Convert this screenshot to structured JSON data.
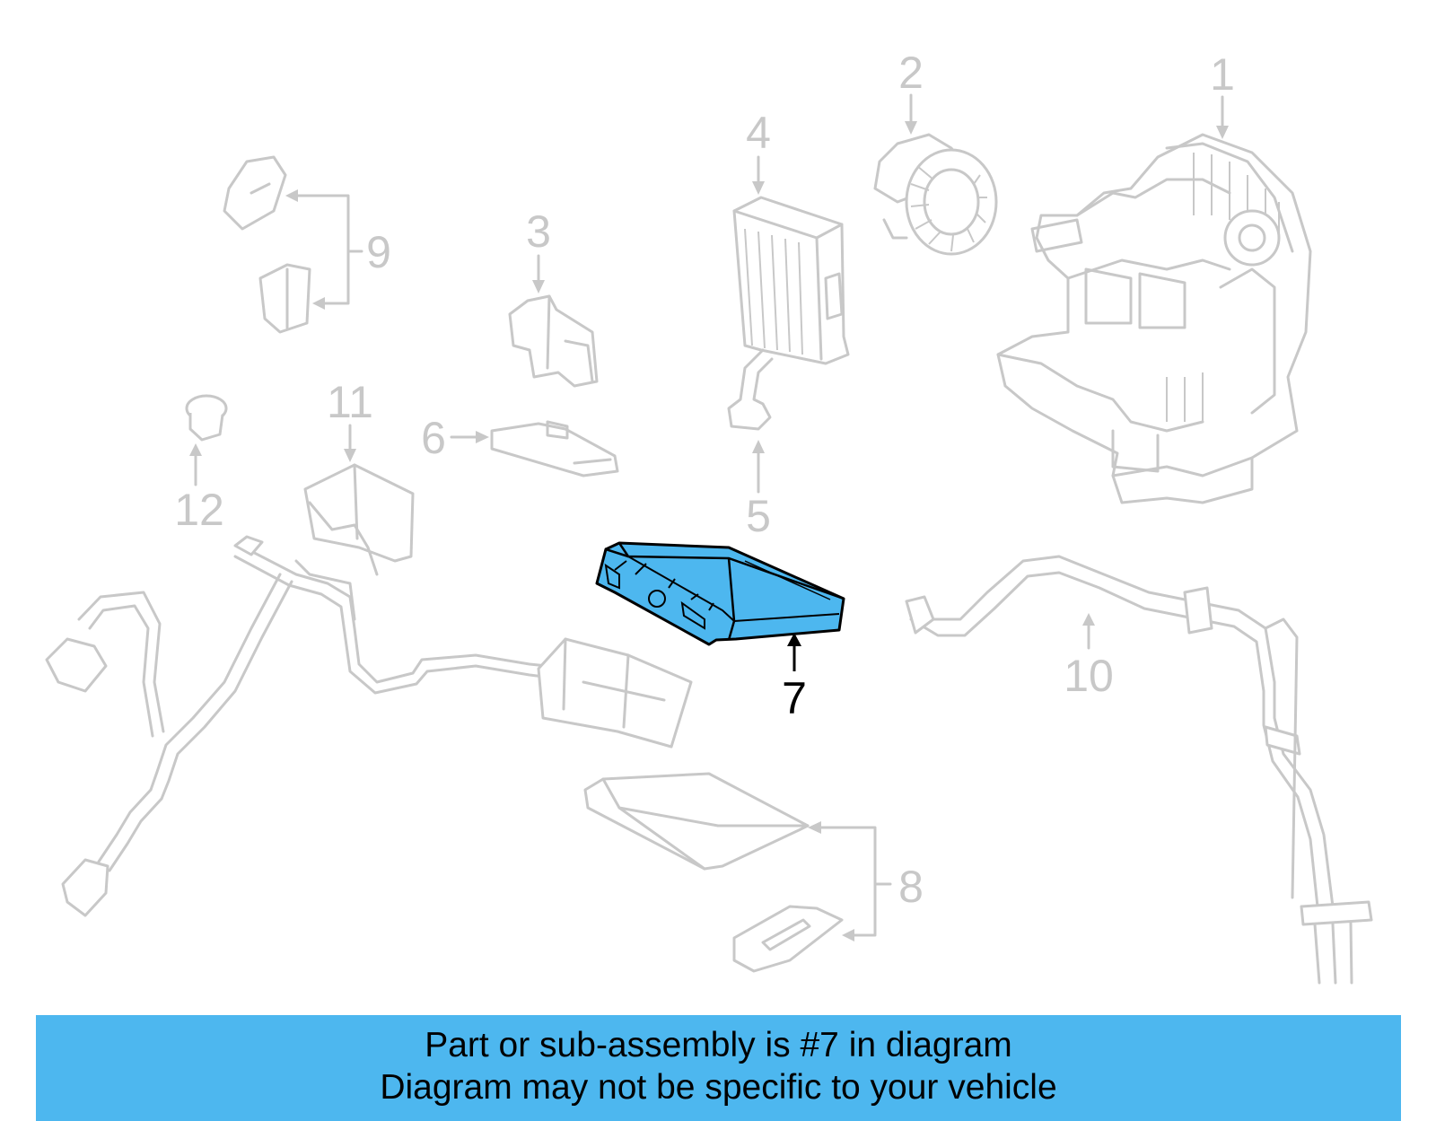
{
  "callouts": {
    "c1": "1",
    "c2": "2",
    "c3": "3",
    "c4": "4",
    "c5": "5",
    "c6": "6",
    "c7": "7",
    "c8": "8",
    "c9": "9",
    "c10": "10",
    "c11": "11",
    "c12": "12"
  },
  "highlight_part": "7",
  "colors": {
    "highlight_fill": "#4db7ef",
    "muted_line": "#c8c8c8",
    "caption_bg": "#4db7ef"
  },
  "caption": {
    "line1": "Part or sub-assembly is #7 in diagram",
    "line2": "Diagram may not be specific to your vehicle"
  }
}
